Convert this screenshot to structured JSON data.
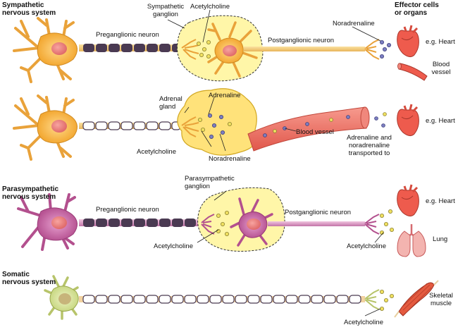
{
  "sections": {
    "sympathetic": {
      "line1": "Sympathetic",
      "line2": "nervous system"
    },
    "parasympathetic": {
      "line1": "Parasympathetic",
      "line2": "nervous system"
    },
    "somatic": {
      "line1": "Somatic",
      "line2": "nervous system"
    }
  },
  "header": {
    "effector_line1": "Effector cells",
    "effector_line2": "or organs"
  },
  "row1": {
    "preganglionic": "Preganglionic neuron",
    "ganglion_line1": "Sympathetic",
    "ganglion_line2": "ganglion",
    "acetylcholine": "Acetylcholine",
    "postganglionic": "Postganglionic neuron",
    "noradrenaline": "Noradrenaline",
    "heart": "e.g. Heart",
    "vessel_line1": "Blood",
    "vessel_line2": "vessel"
  },
  "row2": {
    "gland_line1": "Adrenal",
    "gland_line2": "gland",
    "adrenaline": "Adrenaline",
    "acetylcholine": "Acetylcholine",
    "noradrenaline": "Noradrenaline",
    "blood_vessel": "Blood vessel",
    "transport_line1": "Adrenaline and",
    "transport_line2": "noradrenaline",
    "transport_line3": "transported to",
    "heart": "e.g. Heart"
  },
  "row3": {
    "preganglionic": "Preganglionic neuron",
    "ganglion_line1": "Parasympathetic",
    "ganglion_line2": "ganglion",
    "postganglionic": "Postganglionic neuron",
    "acetylcholine_left": "Acetylcholine",
    "acetylcholine_right": "Acetylcholine",
    "heart": "e.g. Heart",
    "lung": "Lung"
  },
  "row4": {
    "acetylcholine": "Acetylcholine",
    "muscle_line1": "Skeletal",
    "muscle_line2": "muscle"
  },
  "colors": {
    "sympathetic_neuron": "#f5b942",
    "parasympathetic_neuron": "#c868a6",
    "somatic_neuron": "#d6e39a",
    "ganglion": "#fff6a8",
    "adrenal": "#ffe27a",
    "vessel": "#ef6a5e",
    "organ": "#ee5b4d",
    "myelin": "#4a3a52",
    "vesicle_yellow": "#f0e060",
    "vesicle_blue": "#7d7fc2"
  },
  "icons": [
    "heart-icon",
    "blood-vessel-icon",
    "lung-icon",
    "skeletal-muscle-icon"
  ]
}
